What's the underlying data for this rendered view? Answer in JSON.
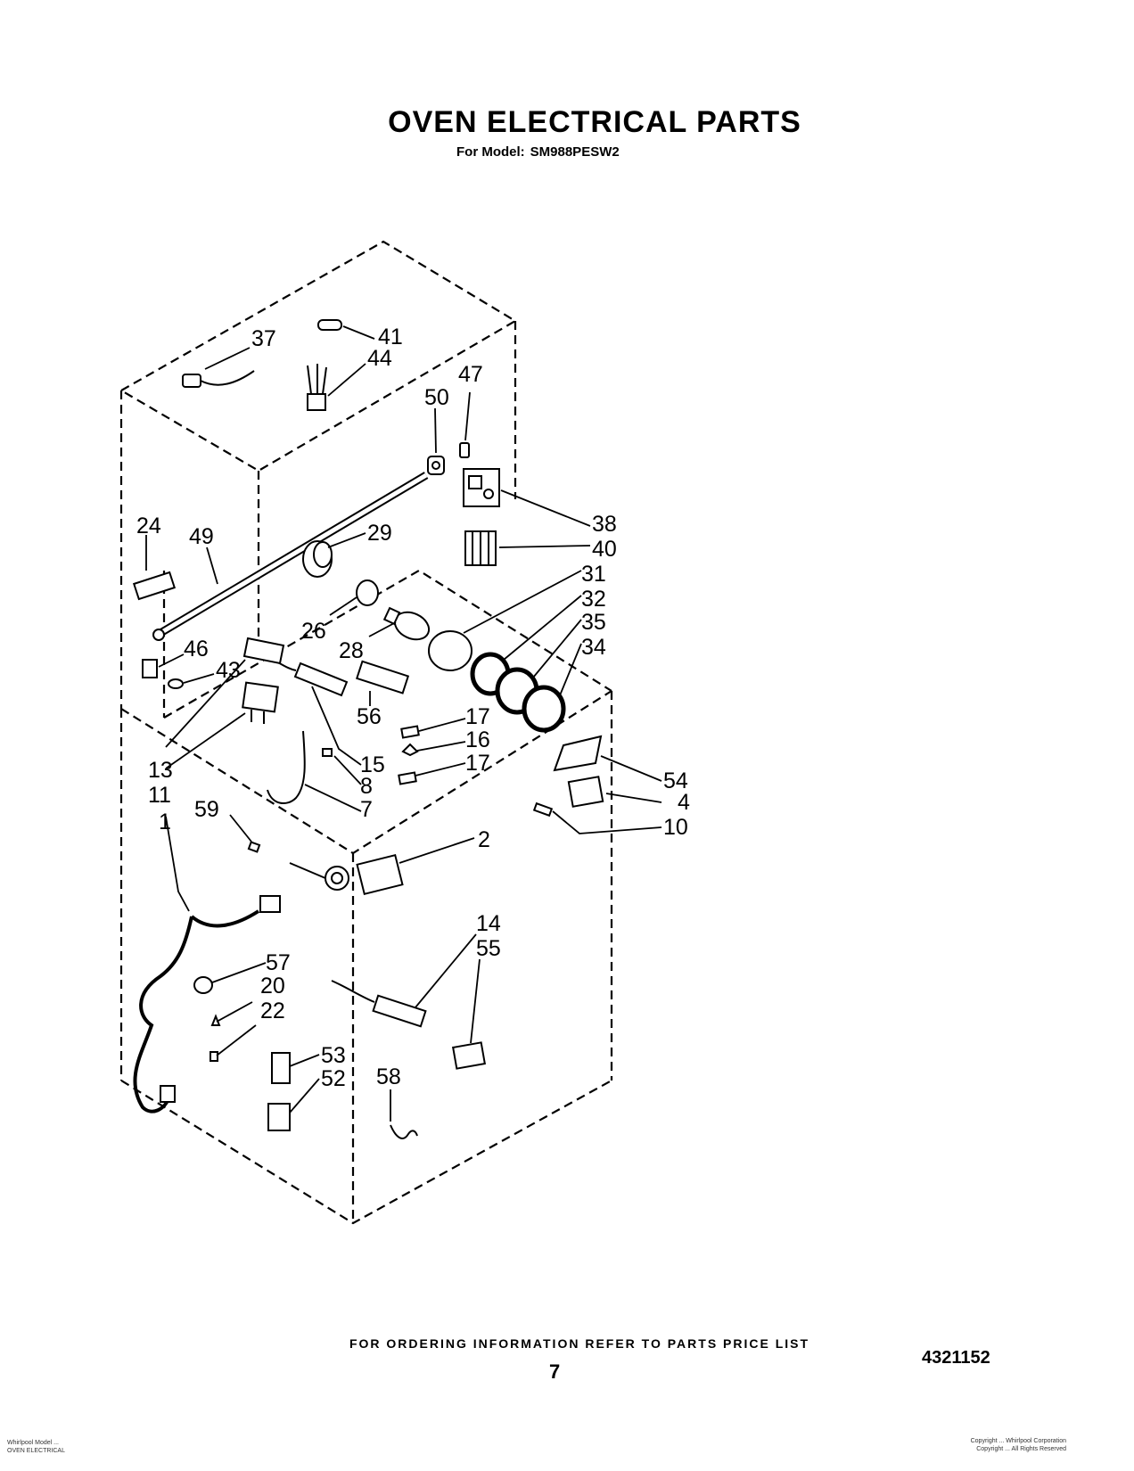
{
  "header": {
    "title": "OVEN ELECTRICAL PARTS",
    "model_prefix": "For Model:",
    "model": "SM988PESW2"
  },
  "diagram": {
    "part_labels": [
      "37",
      "41",
      "44",
      "47",
      "50",
      "38",
      "40",
      "24",
      "49",
      "29",
      "31",
      "32",
      "35",
      "34",
      "26",
      "28",
      "46",
      "43",
      "17",
      "16",
      "17",
      "56",
      "15",
      "13",
      "8",
      "11",
      "7",
      "54",
      "4",
      "10",
      "59",
      "2",
      "1",
      "14",
      "55",
      "57",
      "20",
      "22",
      "53",
      "52",
      "58"
    ]
  },
  "footer": {
    "ordering_note": "FOR ORDERING INFORMATION REFER TO PARTS PRICE LIST",
    "page_number": "7",
    "doc_number": "4321152",
    "fine_print_left": [
      "Whirlpool Model ...",
      "OVEN ELECTRICAL"
    ],
    "fine_print_right": [
      "Copyright ... Whirlpool Corporation",
      "Copyright ... All Rights Reserved"
    ]
  }
}
